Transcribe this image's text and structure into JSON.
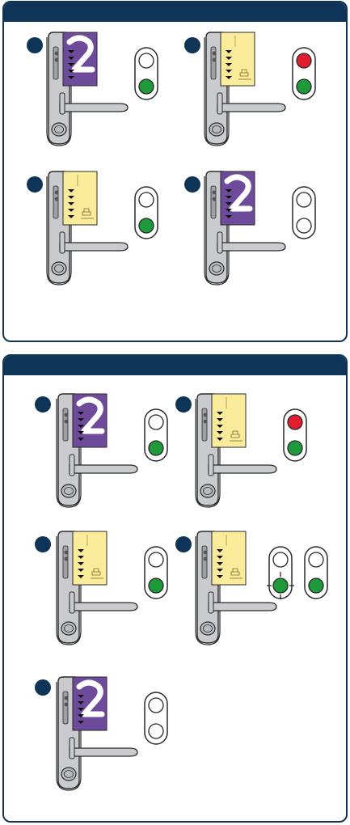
{
  "panels": [
    {
      "header": "",
      "steps": [
        {
          "card": "purple",
          "lights": [
            {
              "top": "off",
              "bottom": "green"
            }
          ]
        },
        {
          "card": "yellow",
          "lights": [
            {
              "top": "red",
              "bottom": "green"
            }
          ]
        },
        {
          "card": "yellow",
          "lights": [
            {
              "top": "off",
              "bottom": "green"
            }
          ]
        },
        {
          "card": "purple",
          "lights": [
            {
              "top": "off",
              "bottom": "off"
            }
          ]
        }
      ]
    },
    {
      "header": "",
      "steps": [
        {
          "card": "purple",
          "lights": [
            {
              "top": "off",
              "bottom": "green"
            }
          ]
        },
        {
          "card": "yellow",
          "lights": [
            {
              "top": "red",
              "bottom": "green"
            }
          ]
        },
        {
          "card": "yellow",
          "lights": [
            {
              "top": "off",
              "bottom": "green"
            }
          ]
        },
        {
          "card": "yellow",
          "lights": [
            {
              "top": "off",
              "bottom": "green",
              "flashing": true
            },
            {
              "top": "off",
              "bottom": "green"
            }
          ]
        },
        {
          "card": "purple",
          "lights": [
            {
              "top": "off",
              "bottom": "off"
            }
          ]
        }
      ]
    }
  ],
  "colors": {
    "navy": "#0e3458",
    "lock_body": "#c9cbce",
    "lock_outline": "#2a2a2a",
    "card_purple": "#6d4a9a",
    "card_yellow": "#fbec9b",
    "light_green": "#1e9a3a",
    "light_red": "#e21d2d",
    "light_off": "#ffffff"
  },
  "icons": {
    "lock": "door-lock-handle-icon",
    "light": "indicator-light-icon",
    "flash": "flash-rays-icon",
    "card_logo": "hotel-building-logo"
  }
}
